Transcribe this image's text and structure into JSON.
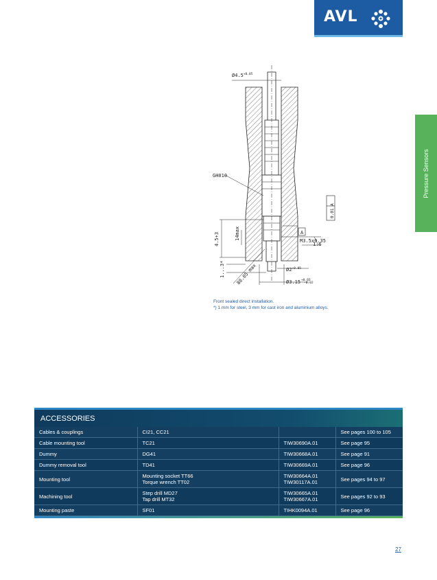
{
  "logo": {
    "text": "AVL"
  },
  "side_tab": {
    "label": "Pressure Sensors"
  },
  "drawing": {
    "dim_top": "Ø4.5",
    "dim_top_tol": "+0.05",
    "label_part": "GH010",
    "dim_14max": "14max",
    "dim_left": "4.5+3",
    "dim_1_3": "1...3*",
    "label_a": "A",
    "tol_frame": "0.01 A",
    "thread": "M3.5x0.35",
    "surface": "1.6",
    "dim_angle": "80.05 max",
    "dim_d2": "Ø2",
    "dim_d2_tol": "+0.05",
    "dim_d315": "Ø3.15",
    "dim_d315_tol_up": "+0.03",
    "dim_d315_tol_low": "-0.02"
  },
  "caption": {
    "line1": "Front sealed direct installation.",
    "line2": "*) 1 mm for steel, 3 mm for cast iron and aluminium alloys."
  },
  "accessories": {
    "title": "ACCESSORIES",
    "rows": [
      {
        "name": "Cables & couplings",
        "type": "CI21, CC21",
        "code": "",
        "page": "See pages 100 to 105"
      },
      {
        "name": "Cable mounting tool",
        "type": "TC21",
        "code": "TIW30690A.01",
        "page": "See page 95"
      },
      {
        "name": "Dummy",
        "type": "DG41",
        "code": "TIW30668A.01",
        "page": "See page 91"
      },
      {
        "name": "Dummy removal tool",
        "type": "TD41",
        "code": "TIW30669A.01",
        "page": "See page 96"
      },
      {
        "name": "Mounting tool",
        "type": "Mounting socket TT66",
        "type2": "Torque wrench TT02",
        "code": "TIW30664A.01",
        "code2": "TIW30117A.01",
        "page": "See pages 94 to 97"
      },
      {
        "name": "Machining tool",
        "type": "Step drill MD27",
        "type2": "Tap drill MT32",
        "code": "TIW30665A.01",
        "code2": "TIW30667A.01",
        "page": "See pages 92 to 93"
      },
      {
        "name": "Mounting paste",
        "type": "SF01",
        "code": "TIHK0094A.01",
        "page": "See page 96"
      }
    ]
  },
  "page_number": "27",
  "colors": {
    "brand_blue": "#1d5ca3",
    "table_bg": "#0f3a5c",
    "green_tab": "#58b15b"
  }
}
